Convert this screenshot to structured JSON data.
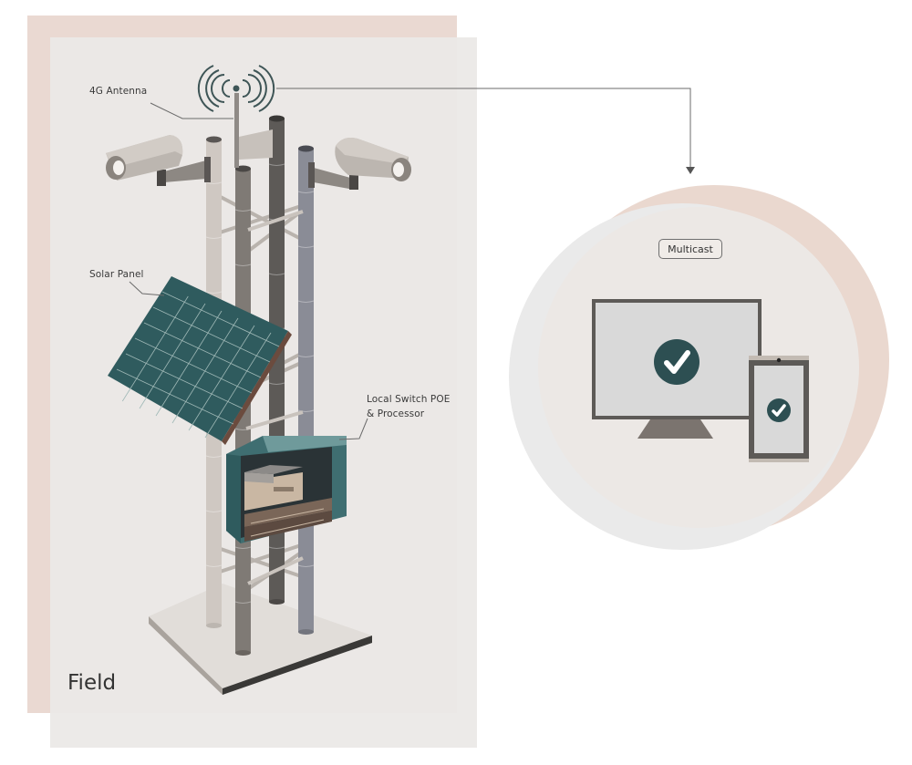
{
  "labels": {
    "antenna": "4G Antenna",
    "solar_panel": "Solar Panel",
    "switch_line1": "Local Switch POE",
    "switch_line2": "& Processor",
    "field": "Field",
    "multicast": "Multicast"
  },
  "colors": {
    "panel_back": "#e9dcd6",
    "panel_front": "#ede9e6",
    "solar": "#2f5b5e",
    "cabinet": "#3f6e71",
    "check": "#2d4f52",
    "pole_light": "#cfc8c2",
    "pole_mid": "#7f7a75",
    "pole_dark": "#5d5a57",
    "pole_blue": "#8a8c96"
  },
  "icons": [
    "antenna-signal-icon",
    "cctv-camera-icon",
    "check-icon",
    "monitor-icon",
    "smartphone-icon"
  ]
}
